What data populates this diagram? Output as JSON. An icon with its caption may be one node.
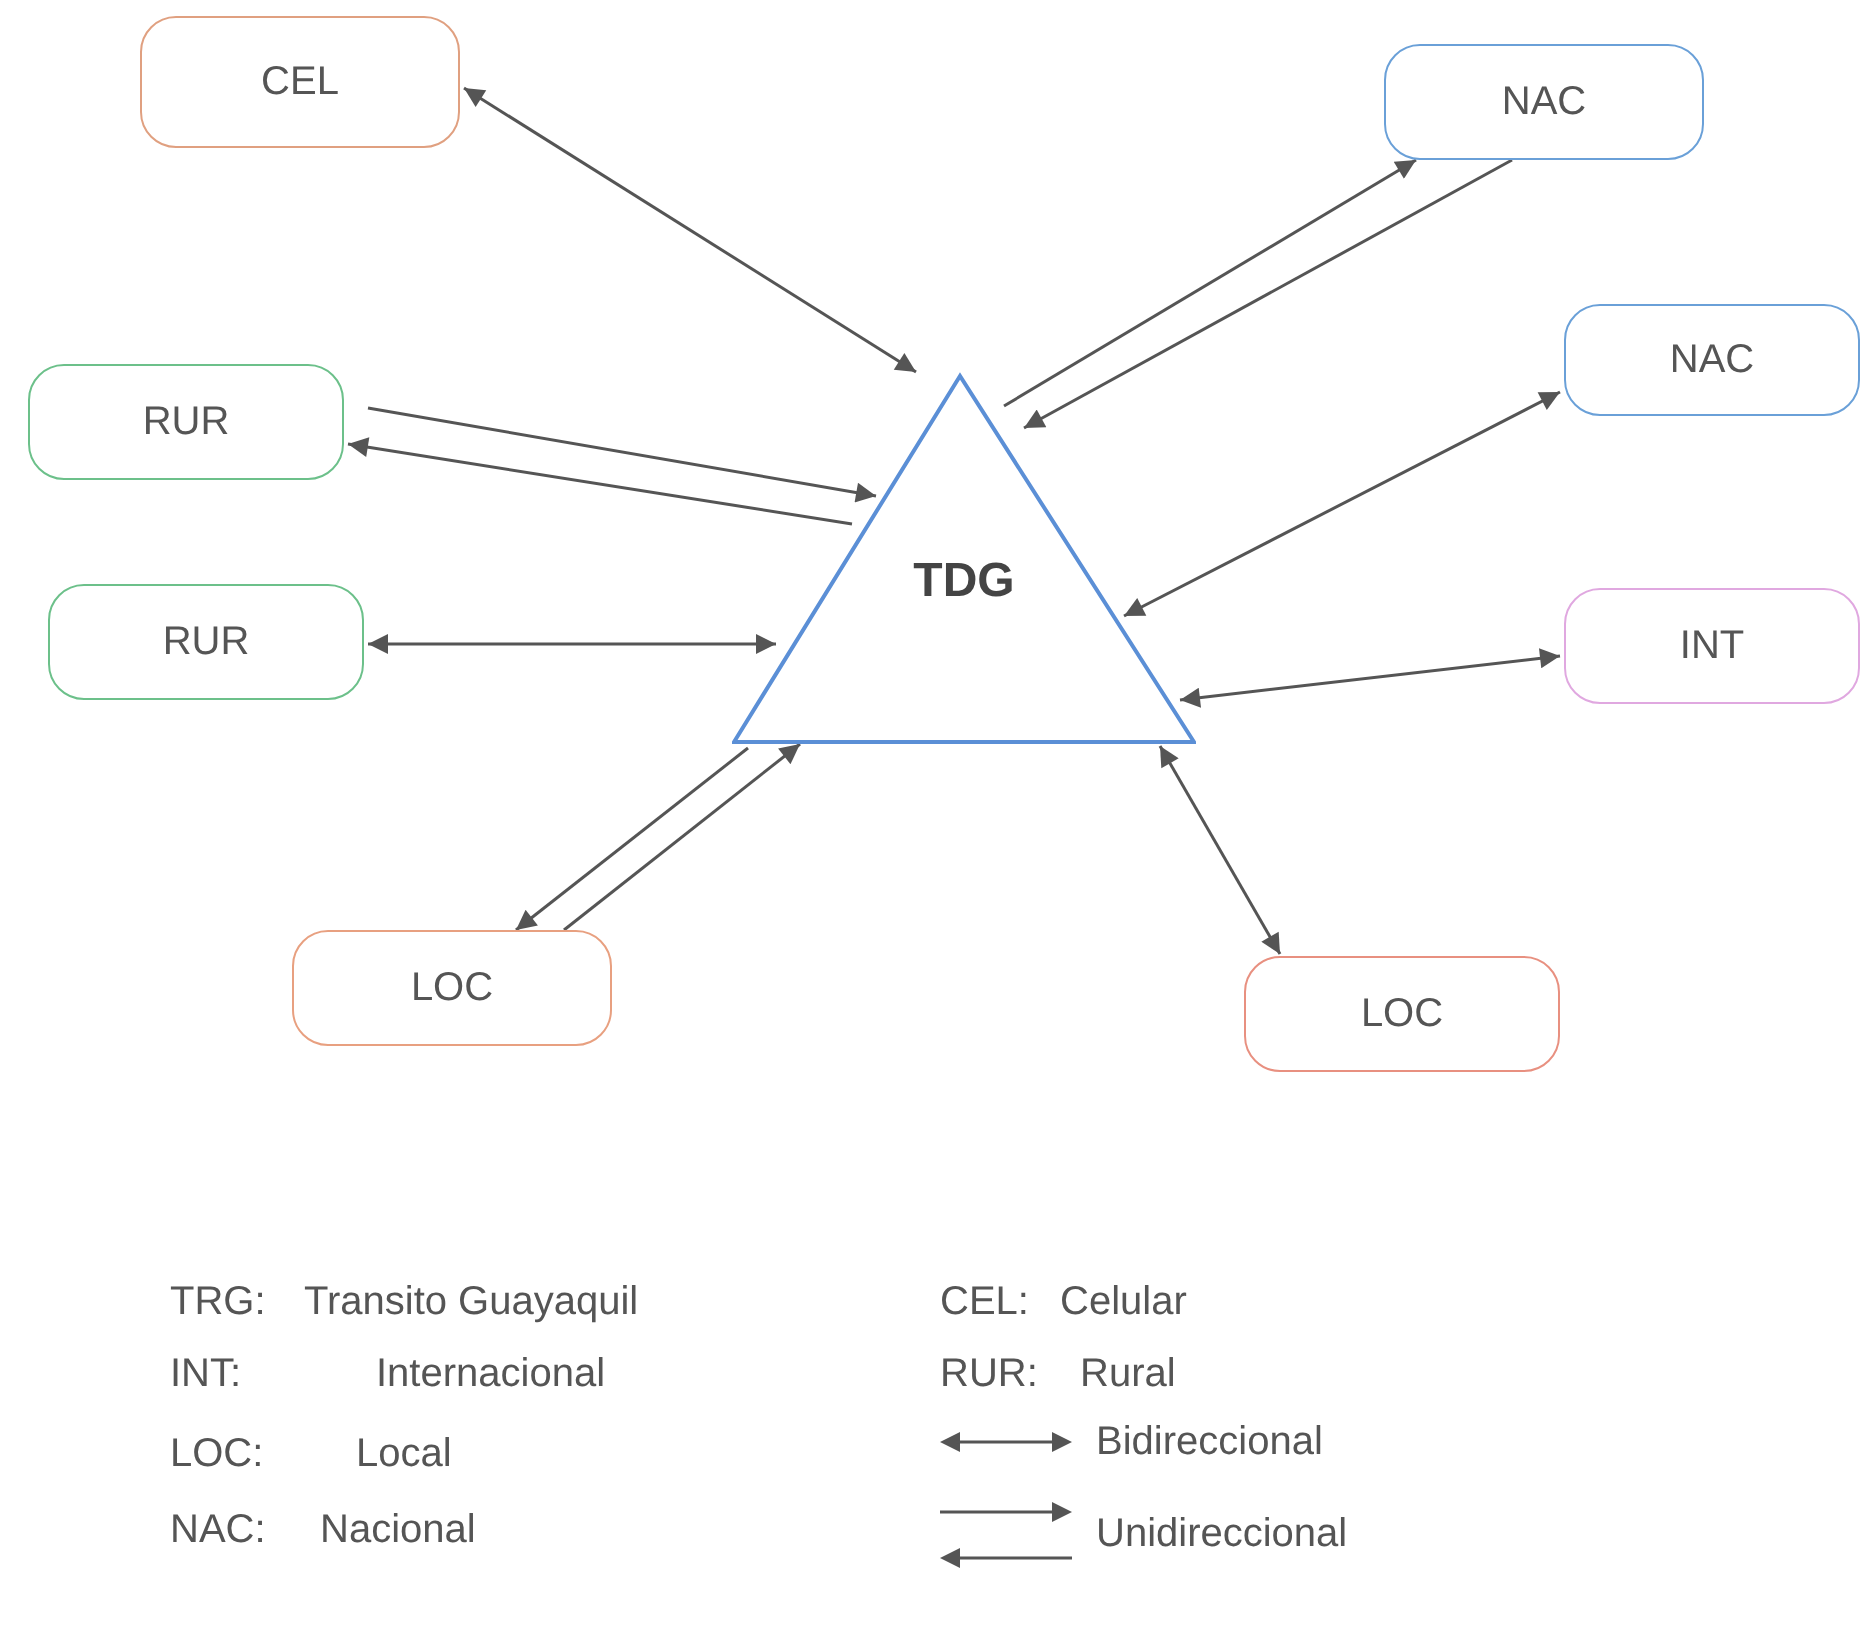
{
  "diagram": {
    "nodes": [
      {
        "text": [
          "TDG"
        ]
      },
      {
        "text": [
          "CEL"
        ]
      },
      {
        "text": [
          "RUR"
        ]
      },
      {
        "text": [
          "RUR"
        ]
      },
      {
        "text": [
          "LOC"
        ]
      },
      {
        "text": [
          "NAC"
        ]
      },
      {
        "text": [
          "NAC"
        ]
      },
      {
        "text": [
          "INT"
        ]
      },
      {
        "text": [
          "LOC"
        ]
      }
    ],
    "edges": [
      {
        "from": 1,
        "to": 0,
        "arrow": "both"
      },
      {
        "from": 2,
        "to": 0,
        "arrow": "to"
      },
      {
        "from": 0,
        "to": 2,
        "arrow": "to"
      },
      {
        "from": 3,
        "to": 0,
        "arrow": "both"
      },
      {
        "from": 0,
        "to": 4,
        "arrow": "to"
      },
      {
        "from": 4,
        "to": 0,
        "arrow": "to"
      },
      {
        "from": 0,
        "to": 5,
        "arrow": "to"
      },
      {
        "from": 5,
        "to": 0,
        "arrow": "to"
      },
      {
        "from": 6,
        "to": 0,
        "arrow": "both"
      },
      {
        "from": 7,
        "to": 0,
        "arrow": "both"
      },
      {
        "from": 0,
        "to": 8,
        "arrow": "both"
      }
    ],
    "labels": [
      "TRG:",
      "Transito Guayaquil",
      "CEL:",
      "Celular",
      "INT:",
      "Internacional",
      "RUR:",
      "Rural",
      "LOC:",
      "Local",
      "NAC:",
      "Nacional"
    ],
    "legend": [
      {
        "text": "Bidireccional"
      },
      {
        "text": "Unidireccional"
      }
    ]
  }
}
